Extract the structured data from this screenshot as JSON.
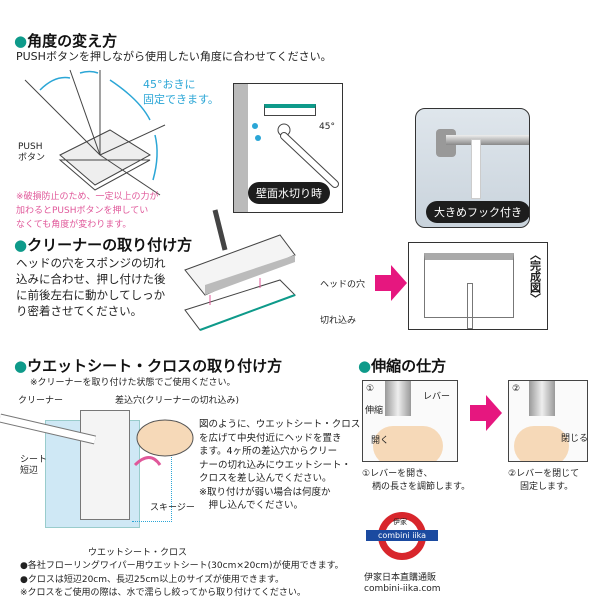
{
  "angle": {
    "title": "角度の変え方",
    "subtitle": "PUSHボタンを押しながら使用したい角度に合わせてください。",
    "fixed_note": [
      "45°おきに",
      "固定できます。"
    ],
    "push_label": [
      "PUSH",
      "ボタン"
    ],
    "caution": [
      "※破損防止のため、一定以上の力が",
      "加わるとPUSHボタンを押してい",
      "なくても角度が変わります。"
    ],
    "wall_angle": "45°",
    "wall_badge": "壁面水切り時",
    "hook_badge": "大きめフック付き"
  },
  "cleaner": {
    "title": "クリーナーの取り付け方",
    "body": [
      "ヘッドの穴をスポンジの切れ",
      "込みに合わせ、押し付けた後",
      "に前後左右に動かしてしっか",
      "り密着させてください。"
    ],
    "label_hole": "ヘッドの穴",
    "label_slit": "切れ込み",
    "complete": "〈完成図〉"
  },
  "wet": {
    "title": "ウエットシート・クロスの取り付け方",
    "note": "※クリーナーを取り付けた状態でご使用ください。",
    "label_cleaner": "クリーナー",
    "label_insert": "差込穴(クリーナーの切れ込み)",
    "label_short": [
      "シート",
      "短辺"
    ],
    "label_squeegee": "スキージー",
    "label_sheet": "ウエットシート・クロス",
    "body": [
      "図のように、ウエットシート・クロス",
      "を広げて中央付近にヘッドを置き",
      "ます。4ヶ所の差込穴からクリー",
      "ナーの切れ込みにウエットシート・",
      "クロスを差し込んでください。",
      "※取り付けが弱い場合は何度か",
      "　押し込んでください。"
    ],
    "bullets": [
      "●各社フローリングワイパー用ウエットシート(30cm×20cm)が使用できます。",
      "●クロスは短辺20cm、長辺25cm以上のサイズが使用できます。",
      "※クロスをご使用の際は、水で濡らし絞ってから取り付けてください。"
    ]
  },
  "extend": {
    "title": "伸縮の仕方",
    "step1": {
      "num": "①",
      "lever": "レバー",
      "extend": "伸縮",
      "open": "開く",
      "caption": [
        "①レバーを開き、",
        "柄の長さを調節します。"
      ]
    },
    "step2": {
      "num": "②",
      "close": "閉じる",
      "caption": [
        "②レバーを閉じて",
        "固定します。"
      ]
    }
  },
  "logo": {
    "kanji": "伊家",
    "band": "combini iika",
    "shop": "伊家日本直購通販",
    "url": "combini-iika.com"
  },
  "colors": {
    "teal": "#0e9a8a",
    "pink": "#e0589a",
    "cyan": "#2ba6d6",
    "magenta": "#e6177f"
  }
}
